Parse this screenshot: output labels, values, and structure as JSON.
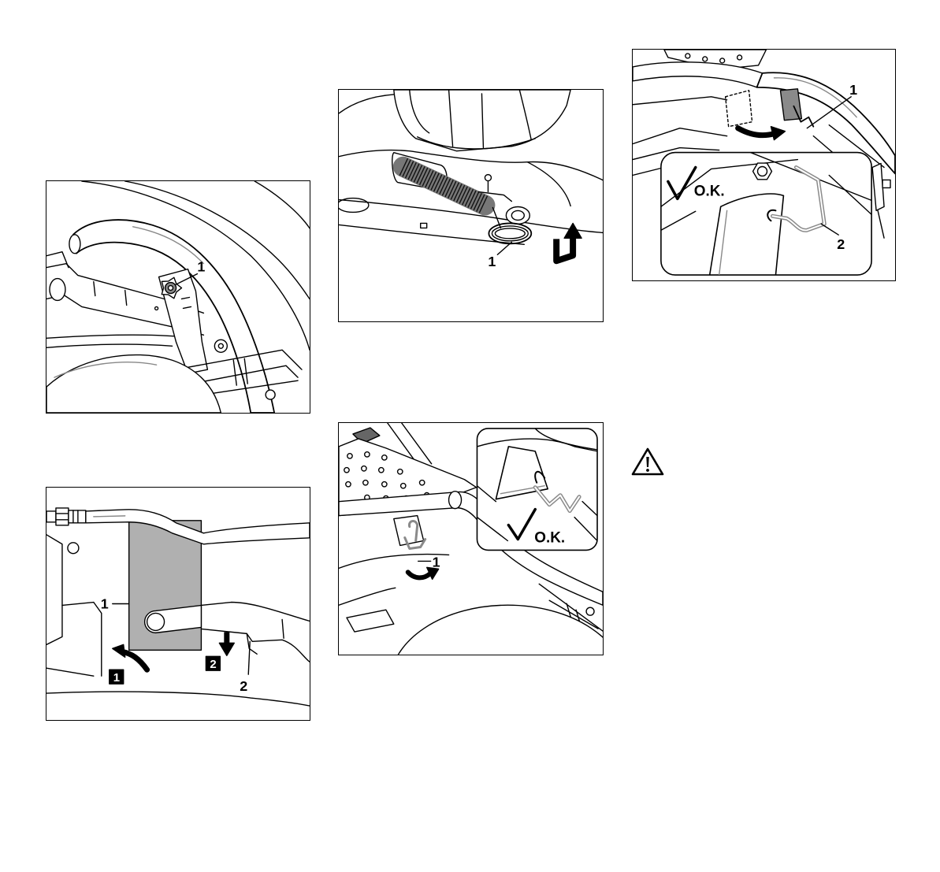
{
  "figures": {
    "fig_a": {
      "callout_1": "1"
    },
    "fig_b": {
      "callout_1": "1",
      "callout_2": "2",
      "step_1": "1",
      "step_2": "2"
    },
    "fig_c": {
      "callout_1": "1"
    },
    "fig_d": {
      "callout_1": "1",
      "ok_label": "O.K."
    },
    "fig_e": {
      "callout_1": "1",
      "callout_2": "2",
      "ok_label": "O.K."
    }
  },
  "icons": {
    "warning": "warning-triangle-icon",
    "check": "checkmark-icon",
    "rotate_arrow": "curved-arrow-icon",
    "down_arrow": "down-arrow-icon",
    "lift_arrow": "lift-arrow-icon"
  },
  "colors": {
    "line": "#000000",
    "plate_gray": "#b0b0b0",
    "wire_gray": "#8a8a8a"
  }
}
